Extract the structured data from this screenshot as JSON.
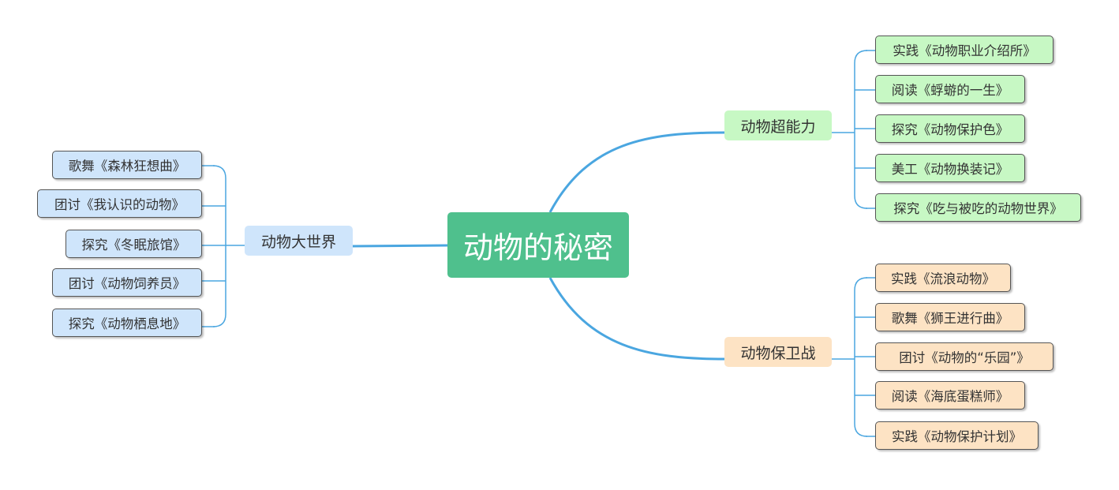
{
  "root": {
    "label": "动物的秘密"
  },
  "branches": {
    "left": {
      "label": "动物大世界",
      "items": [
        "歌舞《森林狂想曲》",
        "团讨《我认识的动物》",
        "探究《冬眠旅馆》",
        "团讨《动物饲养员》",
        "探究《动物栖息地》"
      ]
    },
    "top_right": {
      "label": "动物超能力",
      "items": [
        "实践《动物职业介绍所》",
        "阅读《蜉蝣的一生》",
        "探究《动物保护色》",
        "美工《动物换装记》",
        "探究《吃与被吃的动物世界》"
      ]
    },
    "bottom_right": {
      "label": "动物保卫战",
      "items": [
        "实践《流浪动物》",
        "歌舞《狮王进行曲》",
        "团讨《动物的“乐园”》",
        "阅读《海底蛋糕师》",
        "实践《动物保护计划》"
      ]
    }
  },
  "colors": {
    "root": "#4fc08d",
    "blue": "#cfe5fb",
    "green": "#c7f8c4",
    "orange": "#fde3c4",
    "line": "#4aa6e0"
  }
}
